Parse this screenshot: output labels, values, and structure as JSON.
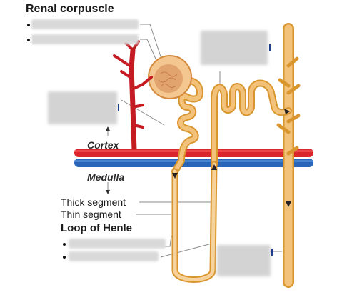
{
  "diagram": {
    "title": "Renal corpuscle",
    "region_labels": {
      "cortex": "Cortex",
      "medulla": "Medulla"
    },
    "segment_labels": {
      "thick": "Thick segment",
      "thin": "Thin segment",
      "loop": "Loop of Henle"
    },
    "colors": {
      "tubule": "#f3c27a",
      "tubule_outline": "#d9962f",
      "artery": "#d9252b",
      "vein": "#2d6cc0",
      "glomerulus": "#e9a866",
      "leader": "#8a8a8a"
    },
    "hidden_answer_labels": [
      "renal-corpuscle-bullet-1",
      "renal-corpuscle-bullet-2",
      "top-center-box",
      "left-box",
      "loop-bullet-1",
      "loop-bullet-2",
      "bottom-right-box"
    ]
  }
}
